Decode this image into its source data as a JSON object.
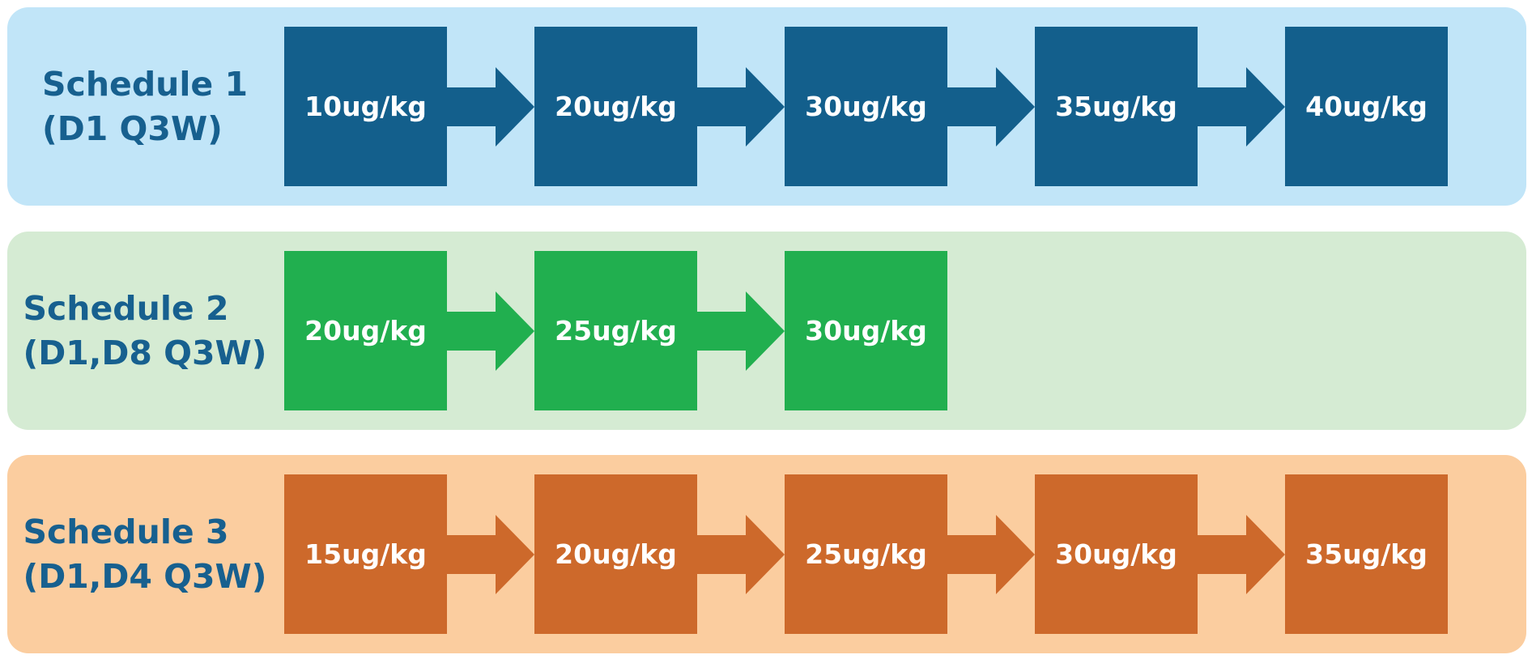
{
  "colors": {
    "lane_bg": [
      "#c1e5f8",
      "#d5ebd3",
      "#fbcd9f"
    ],
    "box": [
      "#135f8c",
      "#21af4f",
      "#cd692b"
    ],
    "title_text": "#17608f"
  },
  "schedules": [
    {
      "label_line1": "Schedule 1",
      "label_line2": "(D1 Q3W)",
      "doses": [
        "10ug/kg",
        "20ug/kg",
        "30ug/kg",
        "35ug/kg",
        "40ug/kg"
      ]
    },
    {
      "label_line1": "Schedule 2",
      "label_line2": "(D1,D8 Q3W)",
      "doses": [
        "20ug/kg",
        "25ug/kg",
        "30ug/kg"
      ]
    },
    {
      "label_line1": "Schedule 3",
      "label_line2": "(D1,D4 Q3W)",
      "doses": [
        "15ug/kg",
        "20ug/kg",
        "25ug/kg",
        "30ug/kg",
        "35ug/kg"
      ]
    }
  ]
}
